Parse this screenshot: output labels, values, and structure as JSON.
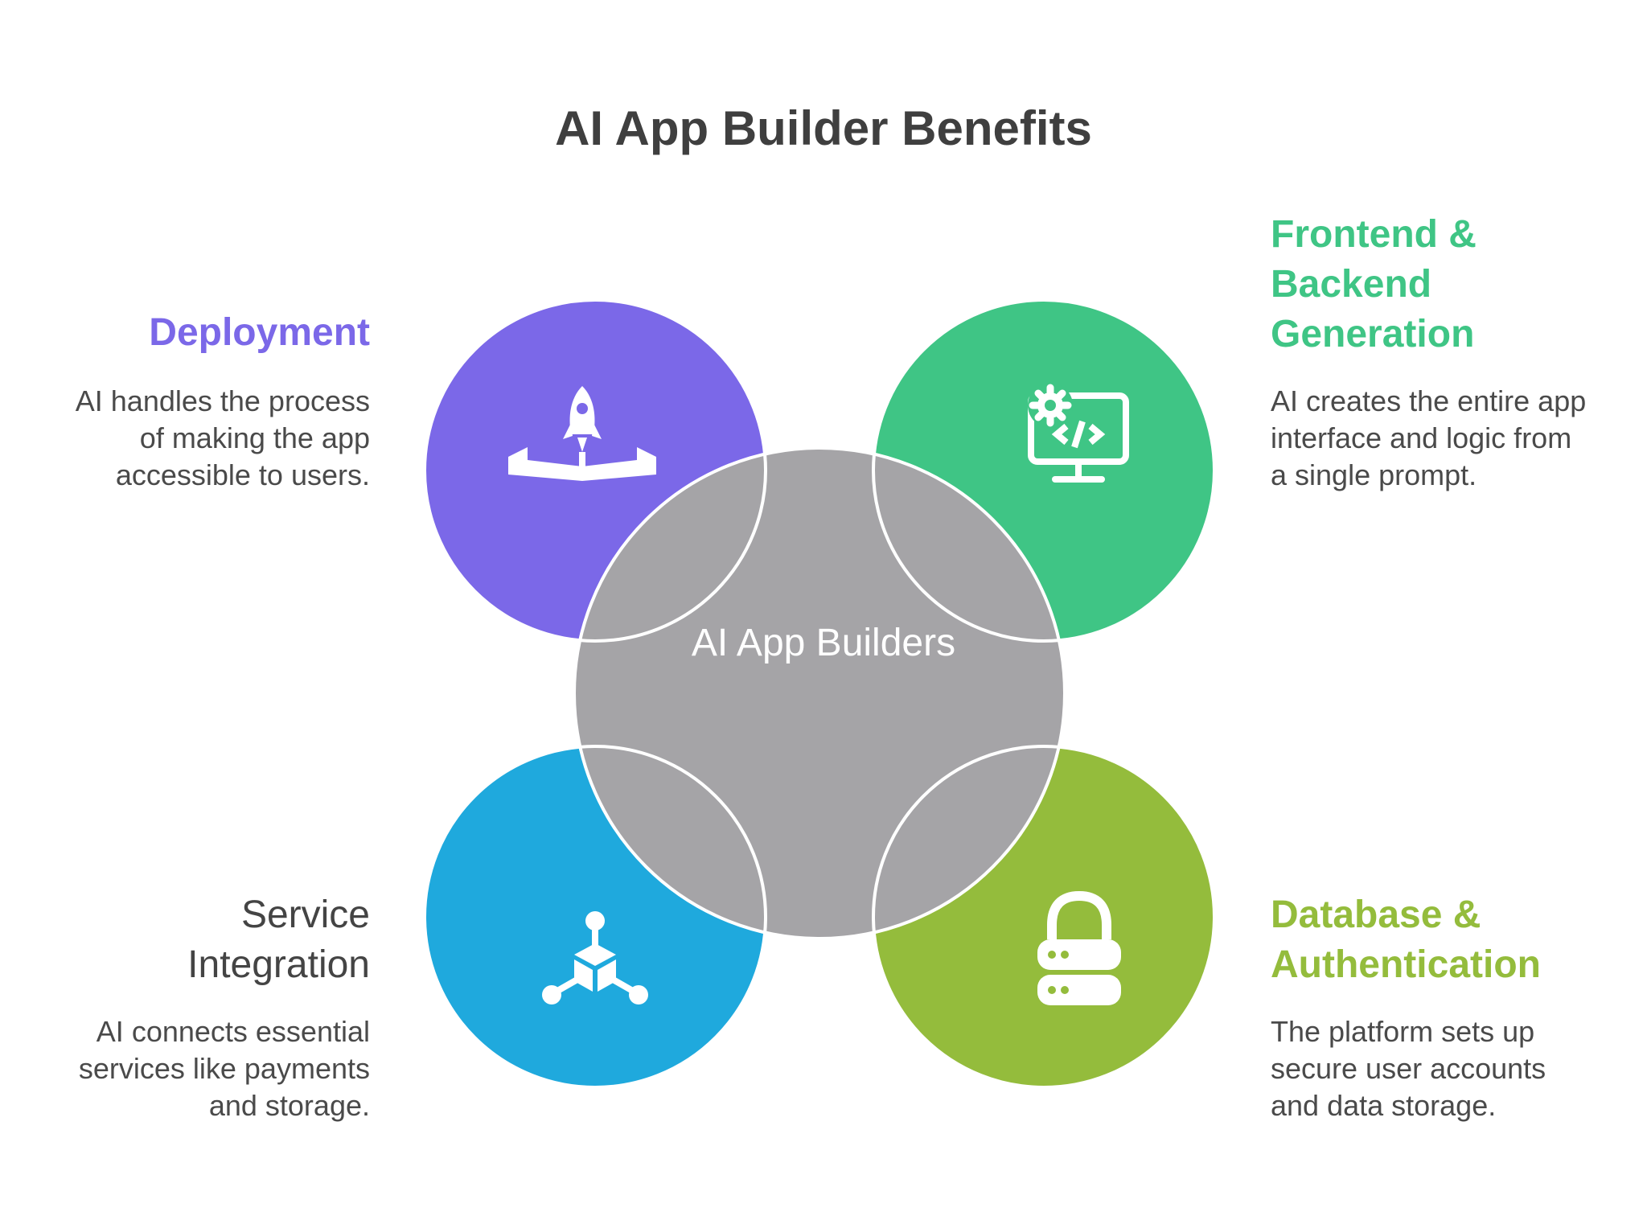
{
  "title": "AI App Builder Benefits",
  "center": {
    "label": "AI App Builders",
    "color": "#a5a4a7"
  },
  "items": [
    {
      "heading": "Deployment",
      "description": "AI handles the process\nof making the app\naccessible to users.",
      "color": "#7b68e8",
      "icon": "rocket-launch-icon"
    },
    {
      "heading": "Frontend &\nBackend\nGeneration",
      "description": "AI creates the entire app\ninterface and logic from\na single prompt.",
      "color": "#3fc585",
      "icon": "code-monitor-gear-icon"
    },
    {
      "heading": "Service\nIntegration",
      "description": "AI connects essential\nservices like payments\nand storage.",
      "color": "#1fa9dd",
      "heading_color": "#444444",
      "icon": "connected-cube-icon"
    },
    {
      "heading": "Database &\nAuthentication",
      "description": "The platform sets up\nsecure user accounts\nand data storage.",
      "color": "#94bc3c",
      "icon": "secure-server-lock-icon"
    }
  ]
}
